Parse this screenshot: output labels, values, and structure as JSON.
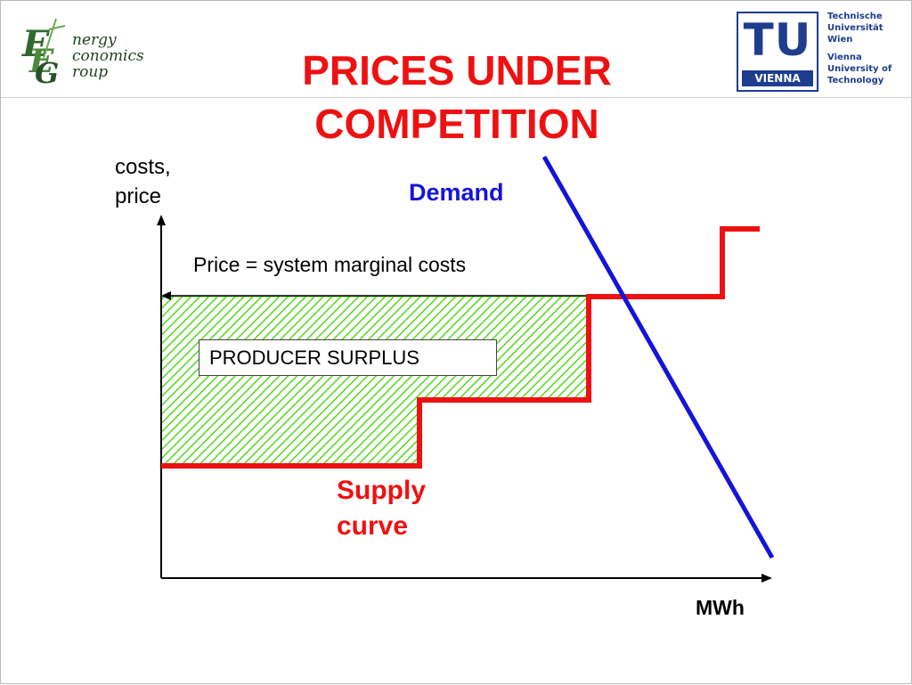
{
  "header": {
    "title": "PRICES UNDER COMPETITION",
    "eeg_logo": {
      "lines": [
        "nergy",
        "conomics",
        "roup"
      ],
      "icon": "energy-economics-group-logo"
    },
    "tu_logo": {
      "letters": "TU",
      "badge": "VIENNA",
      "text_lines": [
        "Technische",
        "Universität",
        "Wien",
        "Vienna",
        "University of",
        "Technology"
      ],
      "icon": "tu-vienna-logo",
      "color": "#1e3d8f"
    }
  },
  "diagram": {
    "y_axis_label_line1": "costs,",
    "y_axis_label_line2": "price",
    "x_axis_label": "MWh",
    "demand_label": "Demand",
    "price_label": "Price = system marginal costs",
    "surplus_label": "PRODUCER SURPLUS",
    "supply_label_line1": "Supply",
    "supply_label_line2": "curve",
    "colors": {
      "supply": "#ee1111",
      "demand": "#1414d8",
      "surplus_fill": "#55d81c",
      "axes": "#000000"
    }
  }
}
